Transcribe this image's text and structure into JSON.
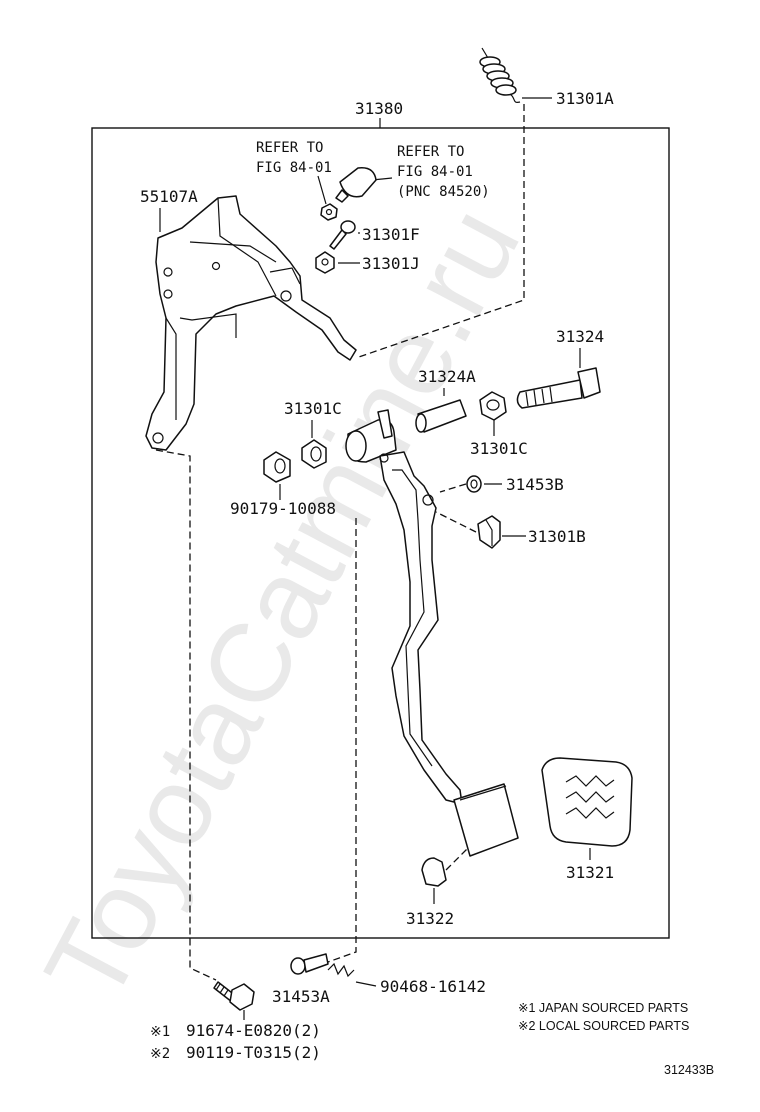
{
  "watermark": "ToyotaCatmine.ru",
  "assembly_label": "31380",
  "labels": {
    "p31301A": "31301A",
    "p55107A": "55107A",
    "p31301F": "31301F",
    "p31301J": "31301J",
    "p31324": "31324",
    "p31324A": "31324A",
    "p31301C_left": "31301C",
    "p31301C_right": "31301C",
    "p90179": "90179-10088",
    "p31453B": "31453B",
    "p31301B": "31301B",
    "p31321": "31321",
    "p31322": "31322",
    "p31453A": "31453A",
    "p90468": "90468-16142"
  },
  "refer_left": {
    "line1": "REFER TO",
    "line2": "FIG 84-01"
  },
  "refer_right": {
    "line1": "REFER TO",
    "line2": "FIG 84-01",
    "line3": "(PNC 84520)"
  },
  "sourced_variants": [
    {
      "mark": "※1",
      "part": "91674-E0820(2)"
    },
    {
      "mark": "※2",
      "part": "90119-T0315(2)"
    }
  ],
  "legend_notes": [
    "※1 JAPAN SOURCED PARTS",
    "※2 LOCAL SOURCED PARTS"
  ],
  "diagram_code": "312433B"
}
